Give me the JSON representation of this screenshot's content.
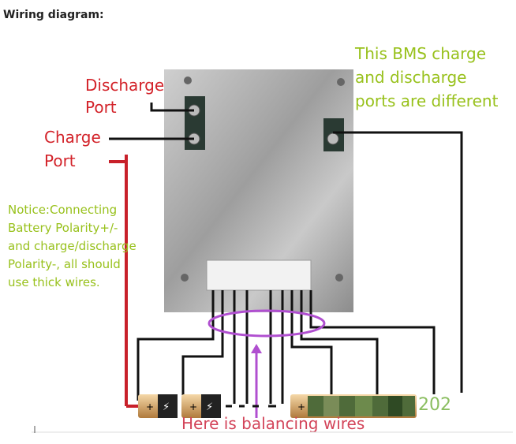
{
  "heading": "Wiring diagram:",
  "labels": {
    "discharge_1": "Discharge",
    "discharge_2": "Port",
    "charge_1": "Charge",
    "charge_2": "Port",
    "note_1": "This BMS charge",
    "note_2": "and discharge",
    "note_3": "ports are different",
    "notice_1": "Notice:Connecting",
    "notice_2": "Battery Polarity+/-",
    "notice_3": "and charge/discharge",
    "notice_4": "Polarity-, all should",
    "notice_5": "use thick wires.",
    "balancing": "Here is balancing wires",
    "watermark": "202"
  }
}
